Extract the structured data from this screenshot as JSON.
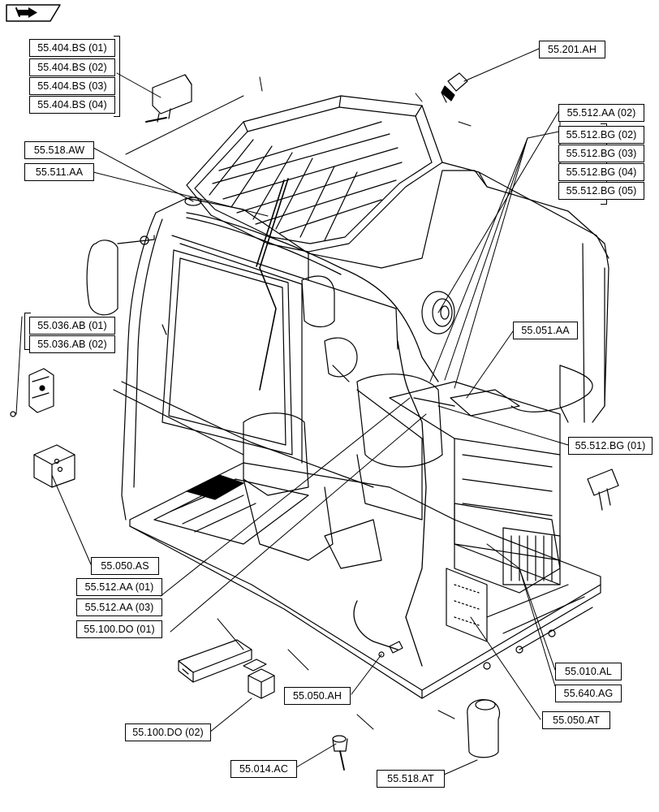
{
  "nav_icon": "next-page-arrow-icon",
  "labels": {
    "bs01": "55.404.BS (01)",
    "bs02": "55.404.BS (02)",
    "bs03": "55.404.BS (03)",
    "bs04": "55.404.BS (04)",
    "ah201": "55.201.AH",
    "aa02": "55.512.AA (02)",
    "bg02": "55.512.BG (02)",
    "bg03": "55.512.BG (03)",
    "bg04": "55.512.BG (04)",
    "bg05": "55.512.BG (05)",
    "aw": "55.518.AW",
    "aa511": "55.511.AA",
    "ab01": "55.036.AB (01)",
    "ab02": "55.036.AB (02)",
    "aa051": "55.051.AA",
    "bg01": "55.512.BG (01)",
    "as": "55.050.AS",
    "aa01": "55.512.AA (01)",
    "aa03": "55.512.AA (03)",
    "do01": "55.100.DO (01)",
    "al": "55.010.AL",
    "ag": "55.640.AG",
    "ah050": "55.050.AH",
    "at050": "55.050.AT",
    "do02": "55.100.DO (02)",
    "ac": "55.014.AC",
    "at518": "55.518.AT"
  }
}
